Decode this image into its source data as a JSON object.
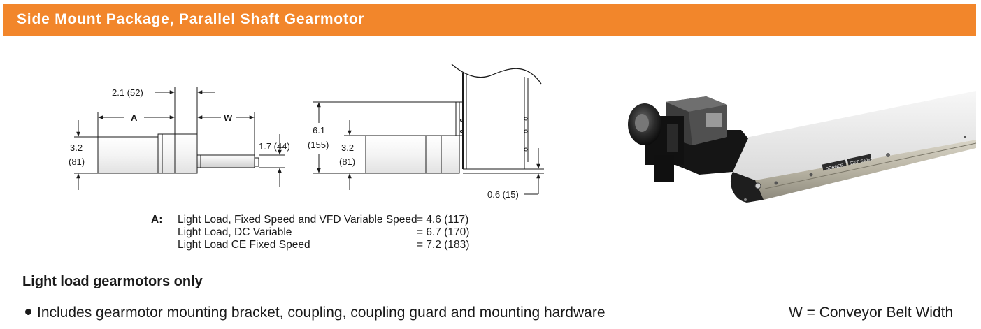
{
  "header": {
    "title": "Side Mount Package, Parallel Shaft Gearmotor"
  },
  "side_view": {
    "dim_offset": "2.1 (52)",
    "dim_a": "A",
    "dim_w": "W",
    "dim_height_in": "3.2",
    "dim_height_mm": "(81)",
    "dim_shaft": "1.7 (44)"
  },
  "end_view": {
    "dim_overall_in": "6.1",
    "dim_overall_mm": "(155)",
    "dim_height_in": "3.2",
    "dim_height_mm": "(81)",
    "dim_bottom": "0.6 (15)"
  },
  "dimension_a": {
    "key": "A:",
    "rows": [
      {
        "description": "Light Load, Fixed Speed and VFD Variable Speed",
        "value": "= 4.6 (117)"
      },
      {
        "description": "Light Load, DC Variable",
        "value": "= 6.7 (170)"
      },
      {
        "description": "Light Load CE Fixed Speed",
        "value": "= 7.2 (183)"
      }
    ]
  },
  "product_photo": {
    "label_text": "DORNER",
    "series_text": "2200 Series"
  },
  "section": {
    "heading": "Light load gearmotors only",
    "bullet": "Includes gearmotor mounting bracket, coupling, coupling guard and mounting hardware",
    "note": "W = Conveyor Belt Width"
  }
}
